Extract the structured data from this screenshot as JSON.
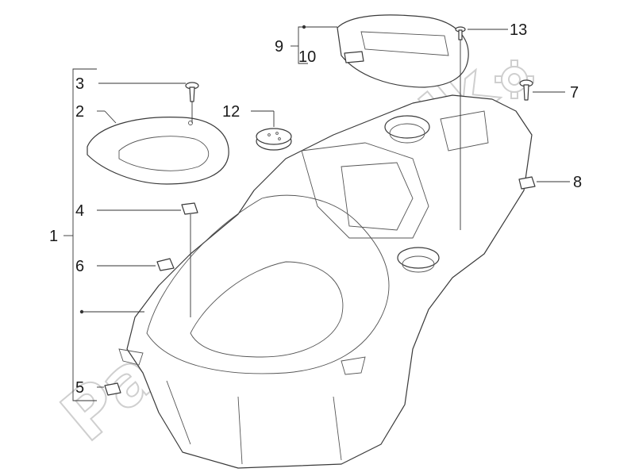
{
  "watermark": {
    "text": "PartsRepublik"
  },
  "callouts": [
    {
      "id": "1",
      "label": "1"
    },
    {
      "id": "2",
      "label": "2"
    },
    {
      "id": "3",
      "label": "3"
    },
    {
      "id": "4",
      "label": "4"
    },
    {
      "id": "5",
      "label": "5"
    },
    {
      "id": "6",
      "label": "6"
    },
    {
      "id": "7",
      "label": "7"
    },
    {
      "id": "8",
      "label": "8"
    },
    {
      "id": "9",
      "label": "9"
    },
    {
      "id": "10",
      "label": "10"
    },
    {
      "id": "12",
      "label": "12"
    },
    {
      "id": "13",
      "label": "13"
    }
  ]
}
